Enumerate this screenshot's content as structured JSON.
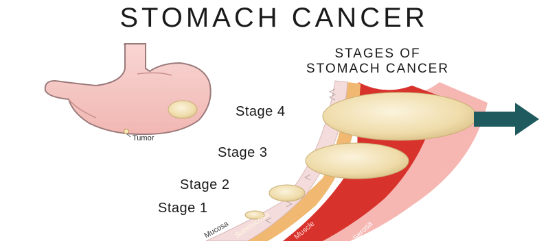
{
  "title": "STOMACH CANCER",
  "subtitle_line1": "STAGES OF",
  "subtitle_line2": "STOMACH CANCER",
  "tumor_label": "Tumor",
  "stages": [
    "Stage 4",
    "Stage 3",
    "Stage 2",
    "Stage 1"
  ],
  "layers": [
    "Mucosa",
    "Submucosa",
    "Muscle",
    "Serosa"
  ],
  "colors": {
    "stomach_fill": "#f6c9c6",
    "stomach_outline": "#9b7a7a",
    "mucosa": "#f4dcdc",
    "submucosa": "#f0b870",
    "muscle": "#d8322c",
    "serosa": "#f6b7b3",
    "tumor": "#f2e3b8",
    "arrow": "#1f5a5e"
  }
}
